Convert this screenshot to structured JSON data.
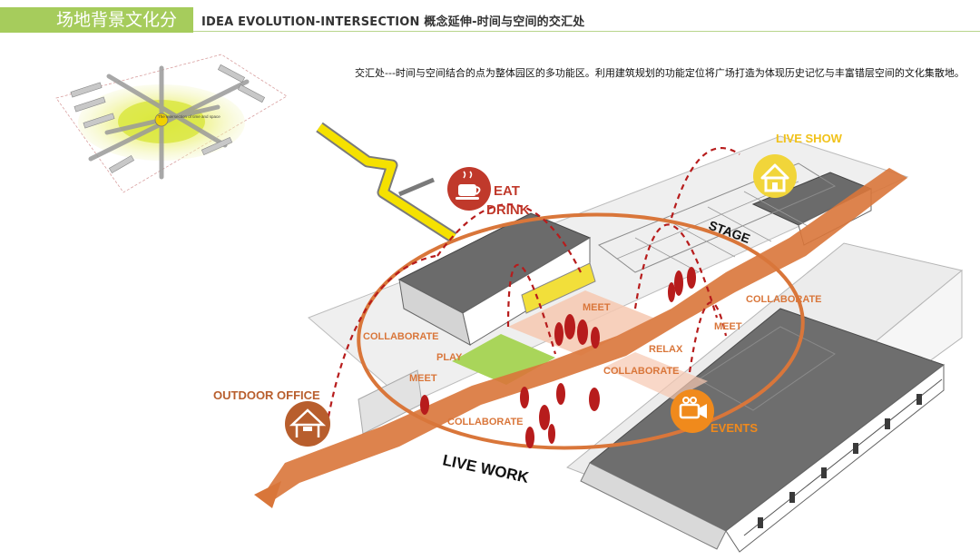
{
  "header": {
    "section_title": "场地背景文化分析",
    "title": "IDEA EVOLUTION-INTERSECTION 概念延伸-时间与空间的交汇处"
  },
  "description": "交汇处---时间与空间结合的点为整体园区的多功能区。利用建筑规划的功能定位将广场打造为体现历史记忆与丰富错层空间的文化集散地。",
  "colors": {
    "accent_green": "#a6cc5c",
    "orange": "#d9763a",
    "red": "#b71c1c",
    "yellow": "#f5e100"
  },
  "icons": [
    "coffee-cup-icon",
    "house-icon",
    "tent-icon",
    "film-camera-icon"
  ],
  "labels": {
    "eat": "EAT",
    "drink": "DRINK",
    "live_show": "LIVE SHOW",
    "stage": "STAGE",
    "outdoor_office": "OUTDOOR OFFICE",
    "events": "EVENTS",
    "live_work": "LIVE WORK",
    "meet_top": "MEET",
    "meet_left": "MEET",
    "meet_right": "MEET",
    "collaborate_left": "COLLABORATE",
    "collaborate_right": "COLLABORATE",
    "collaborate_center": "COLLABORATE",
    "collaborate_bottom": "COLLABORATE",
    "play": "PLAY",
    "relax": "RELAX"
  },
  "minimap_caption": "The intersection of time and space"
}
